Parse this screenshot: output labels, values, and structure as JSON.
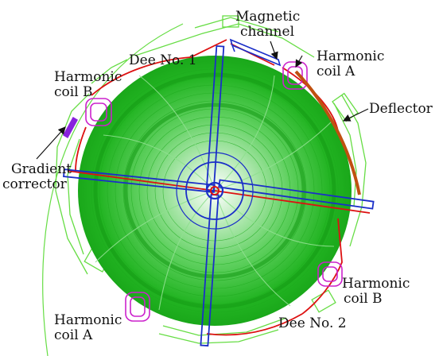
{
  "labels": {
    "magnetic_channel": [
      "Magnetic",
      "channel"
    ],
    "harmonic_coil_a_top": [
      "Harmonic",
      "coil A"
    ],
    "harmonic_coil_b_left": [
      "Harmonic",
      "coil B"
    ],
    "dee_no_1": "Dee No. 1",
    "deflector": "Deflector",
    "gradient_corrector": [
      "Gradient",
      "corrector"
    ],
    "harmonic_coil_b_right": [
      "Harmonic",
      "coil B"
    ],
    "harmonic_coil_a_bottom": [
      "Harmonic",
      "coil A"
    ],
    "dee_no_2": "Dee No. 2"
  },
  "colors": {
    "orbits": "#22bb22",
    "outline": "#66dd44",
    "dee_edge": "#dd1111",
    "probe": "#1a2ec8",
    "harmonic_coil": "#cc22cc",
    "gradient_corrector": "#8822dd",
    "deflector": "#c05010",
    "text": "#111111"
  }
}
